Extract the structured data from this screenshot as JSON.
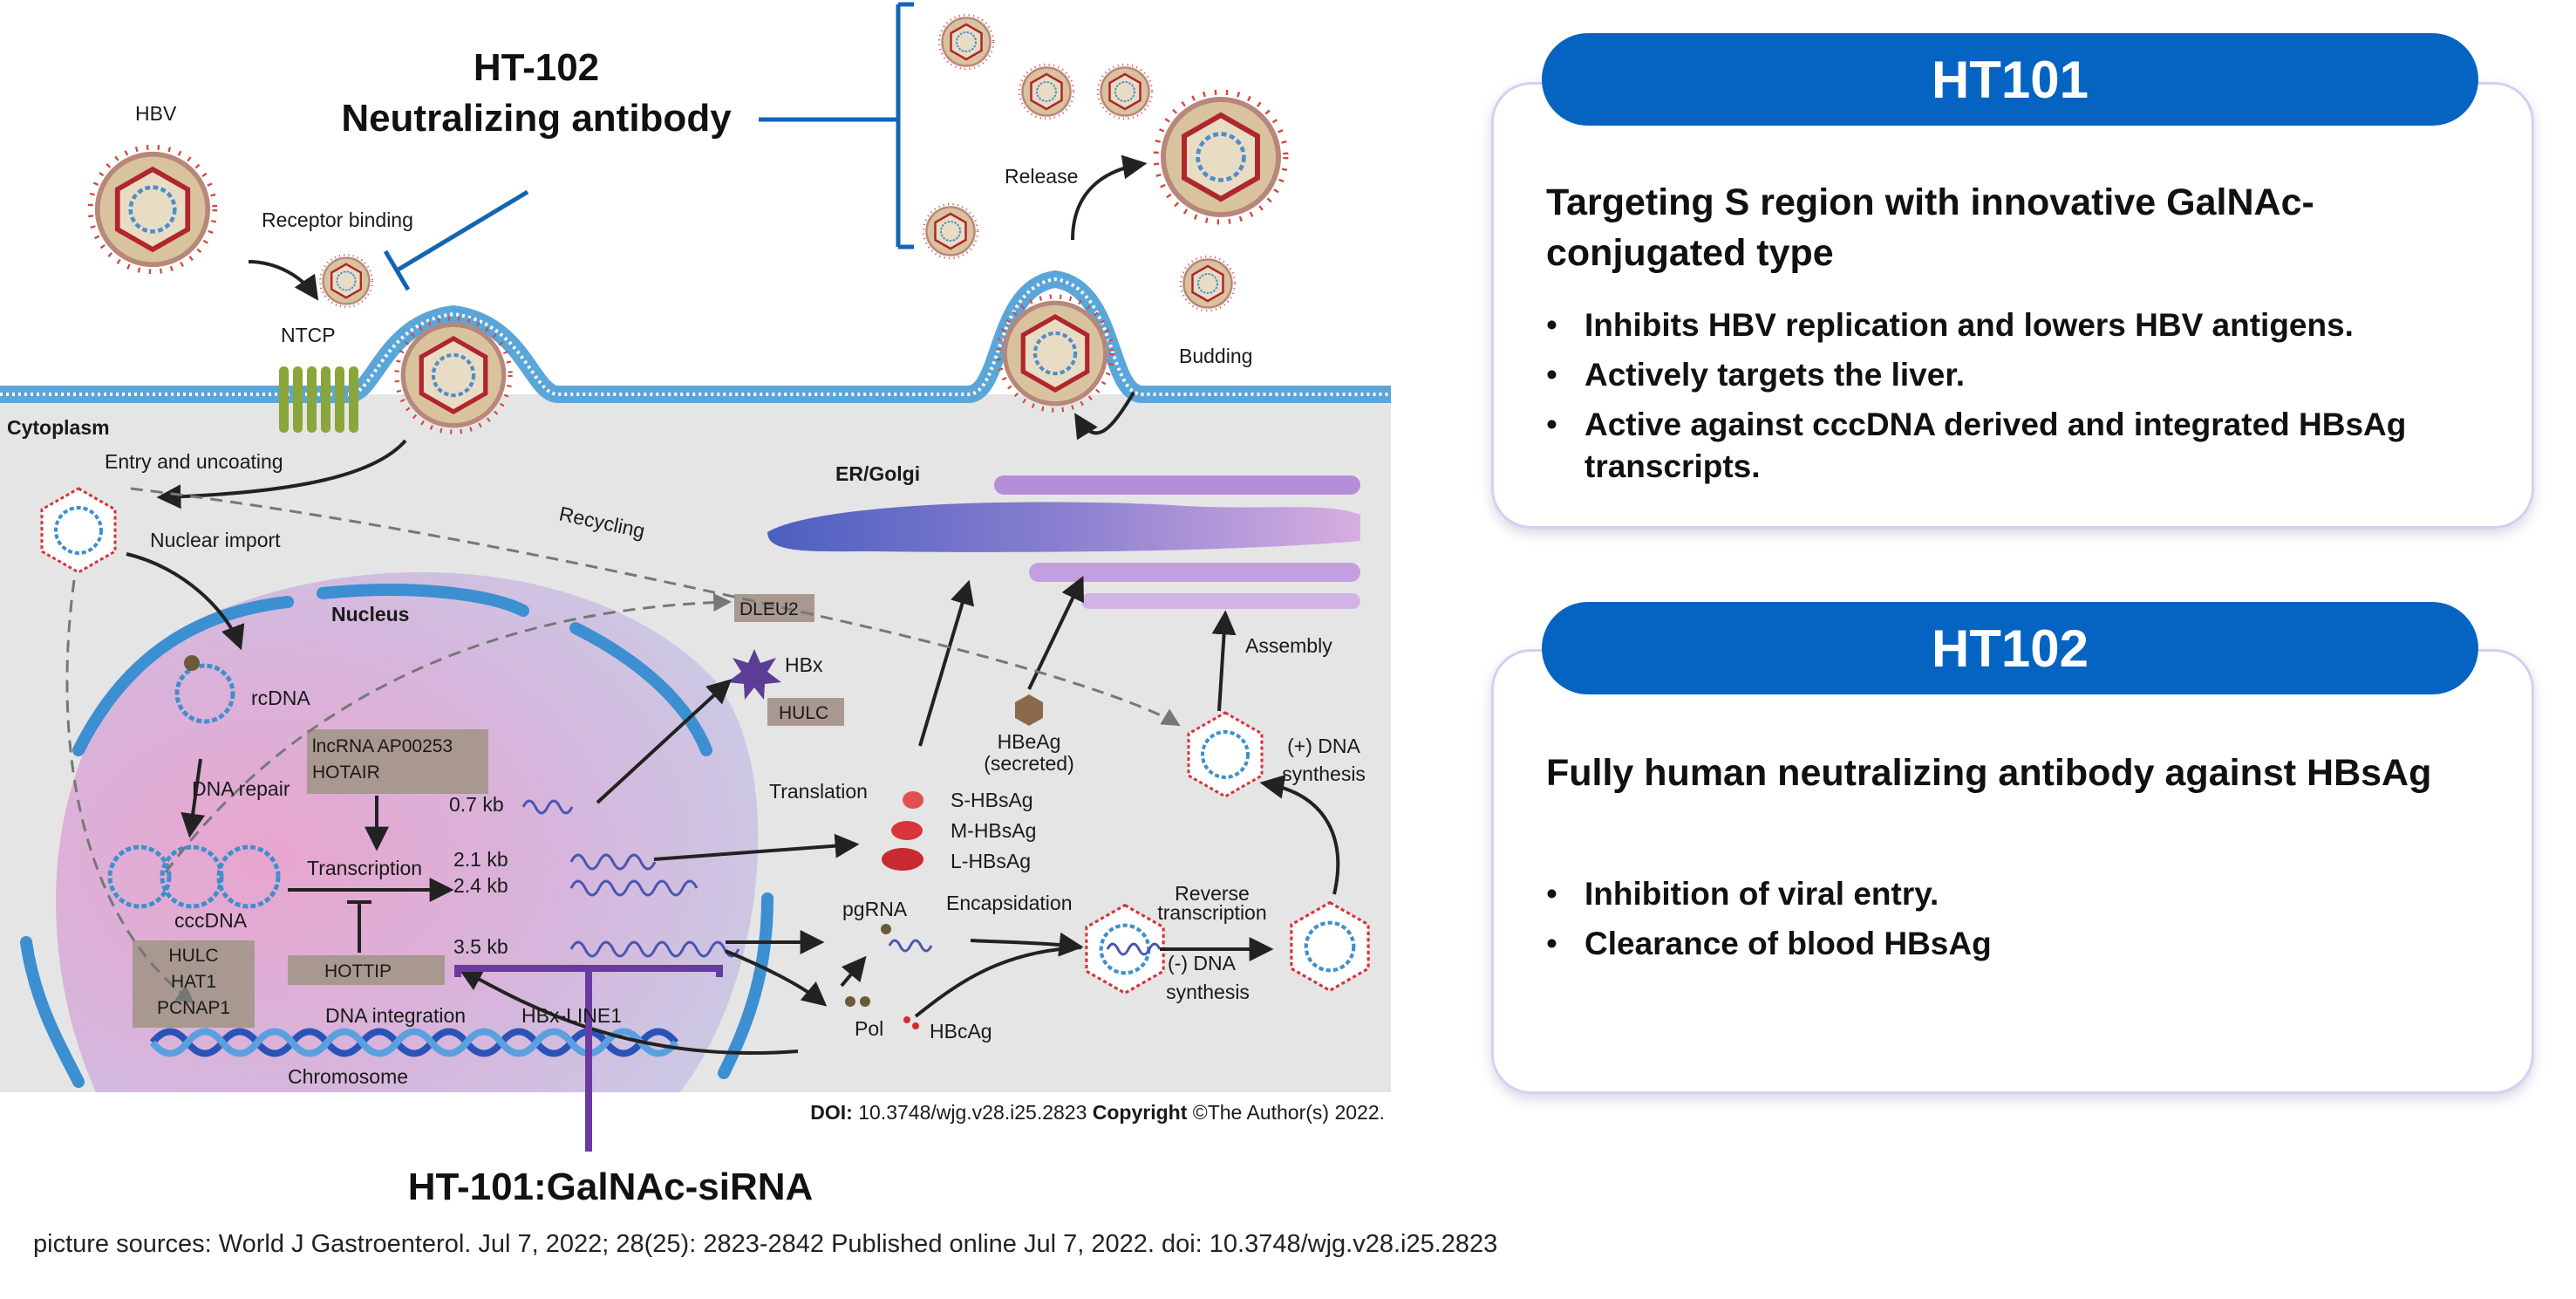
{
  "diagram": {
    "labels": {
      "hbv": "HBV",
      "receptor_binding": "Receptor binding",
      "ntcp": "NTCP",
      "cytoplasm": "Cytoplasm",
      "entry_uncoating": "Entry and uncoating",
      "nuclear_import": "Nuclear import",
      "recycling": "Recycling",
      "nucleus": "Nucleus",
      "rcdna": "rcDNA",
      "dna_repair": "DNA repair",
      "cccdna": "cccDNA",
      "hulc_hat1_pcnap1": [
        "HULC",
        "HAT1",
        "PCNAP1"
      ],
      "dna_integration": "DNA integration",
      "chromosome": "Chromosome",
      "hbx_line1": "HBx-LINE1",
      "lncrna": [
        "lncRNA AP00253",
        "HOTAIR"
      ],
      "transcription": "Transcription",
      "hottip": "HOTTIP",
      "kb_07": "0.7 kb",
      "kb_21": "2.1 kb",
      "kb_24": "2.4 kb",
      "kb_35": "3.5 kb",
      "dleu2": "DLEU2",
      "hbx": "HBx",
      "hulc": "HULC",
      "translation": "Translation",
      "s_hbsag": "S-HBsAg",
      "m_hbsag": "M-HBsAg",
      "l_hbsag": "L-HBsAg",
      "hbeag": [
        "HBeAg",
        "(secreted)"
      ],
      "er_golgi": "ER/Golgi",
      "assembly": "Assembly",
      "pos_dna_synthesis": [
        "(+) DNA",
        "synthesis"
      ],
      "pgrna": "pgRNA",
      "encapsidation": "Encapsidation",
      "reverse_transcription": [
        "Reverse",
        "transcription"
      ],
      "neg_dna_synthesis": [
        "(-) DNA",
        "synthesis"
      ],
      "pol": "Pol",
      "hbcag": "HBcAg",
      "release": "Release",
      "budding": "Budding",
      "doi_label": "DOI:",
      "doi_value": "10.3748/wjg.v28.i25.2823",
      "copyright_label": "Copyright",
      "copyright_value": "©The Author(s) 2022."
    },
    "callouts": {
      "ht102_title": [
        "HT-102",
        "Neutralizing antibody"
      ],
      "ht101_title": "HT-101:GalNAc-siRNA"
    },
    "colors": {
      "callout_line_blue": "#1464b4",
      "callout_line_purple": "#6a3aa2",
      "nucleus_pink": "#e3a7cc",
      "membrane_blue": "#5aa6d8"
    }
  },
  "cards": [
    {
      "pill": "HT101",
      "heading": "Targeting S region with innovative GalNAc-conjugated type",
      "bullets": [
        "Inhibits HBV replication and lowers HBV antigens.",
        "Actively targets the liver.",
        "Active against cccDNA derived and integrated HBsAg transcripts."
      ]
    },
    {
      "pill": "HT102",
      "heading": "Fully human neutralizing antibody against HBsAg",
      "bullets": [
        "Inhibition of viral entry.",
        "Clearance of blood HBsAg"
      ]
    }
  ],
  "bullet_glyph": "•",
  "source": "picture sources: World J Gastroenterol. Jul 7, 2022; 28(25): 2823-2842 Published online Jul 7, 2022. doi: 10.3748/wjg.v28.i25.2823"
}
